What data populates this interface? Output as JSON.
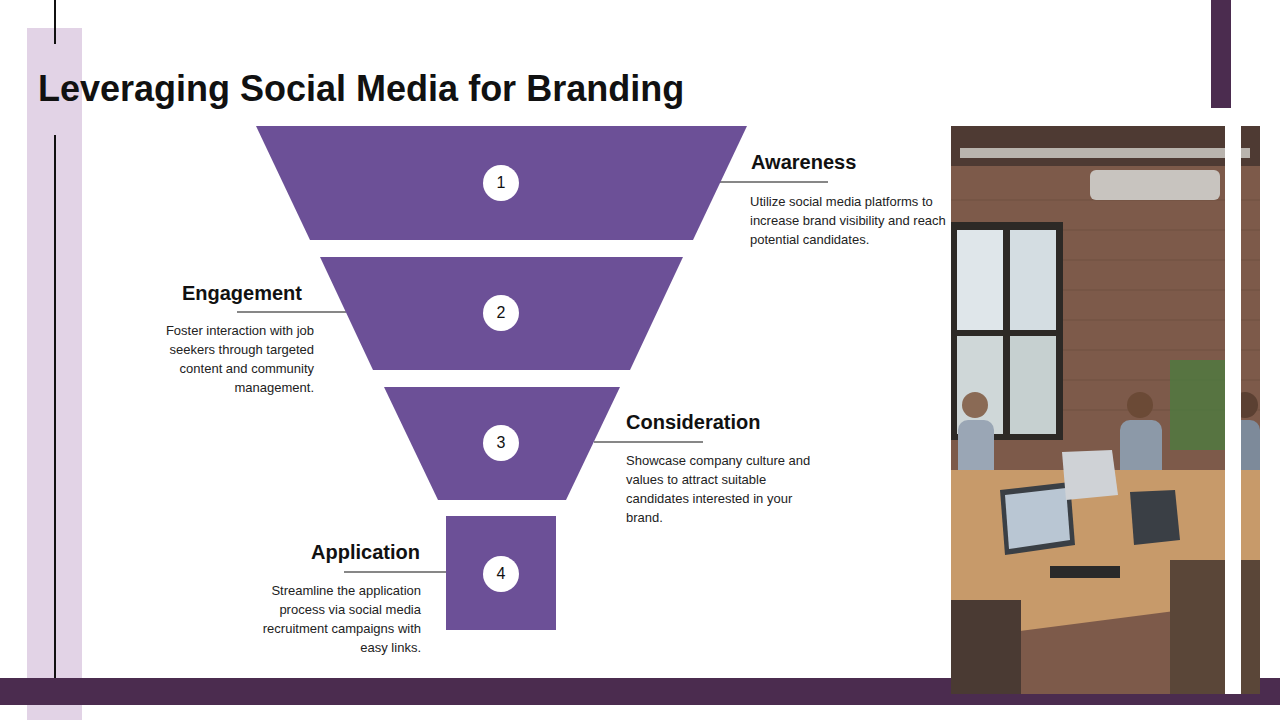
{
  "diagram": {
    "title": "Leveraging Social Media for Branding",
    "nodes": [
      {
        "text": [
          "1",
          "Awareness",
          "Utilize social media platforms to increase brand visibility and reach potential candidates."
        ]
      },
      {
        "text": [
          "2",
          "Engagement",
          "Foster interaction with job seekers through targeted content and community management."
        ]
      },
      {
        "text": [
          "3",
          "Consideration",
          "Showcase company culture and values to attract suitable candidates interested in your brand."
        ]
      },
      {
        "text": [
          "4",
          "Application",
          "Streamline the application process via social media recruitment campaigns with easy links."
        ]
      }
    ]
  }
}
